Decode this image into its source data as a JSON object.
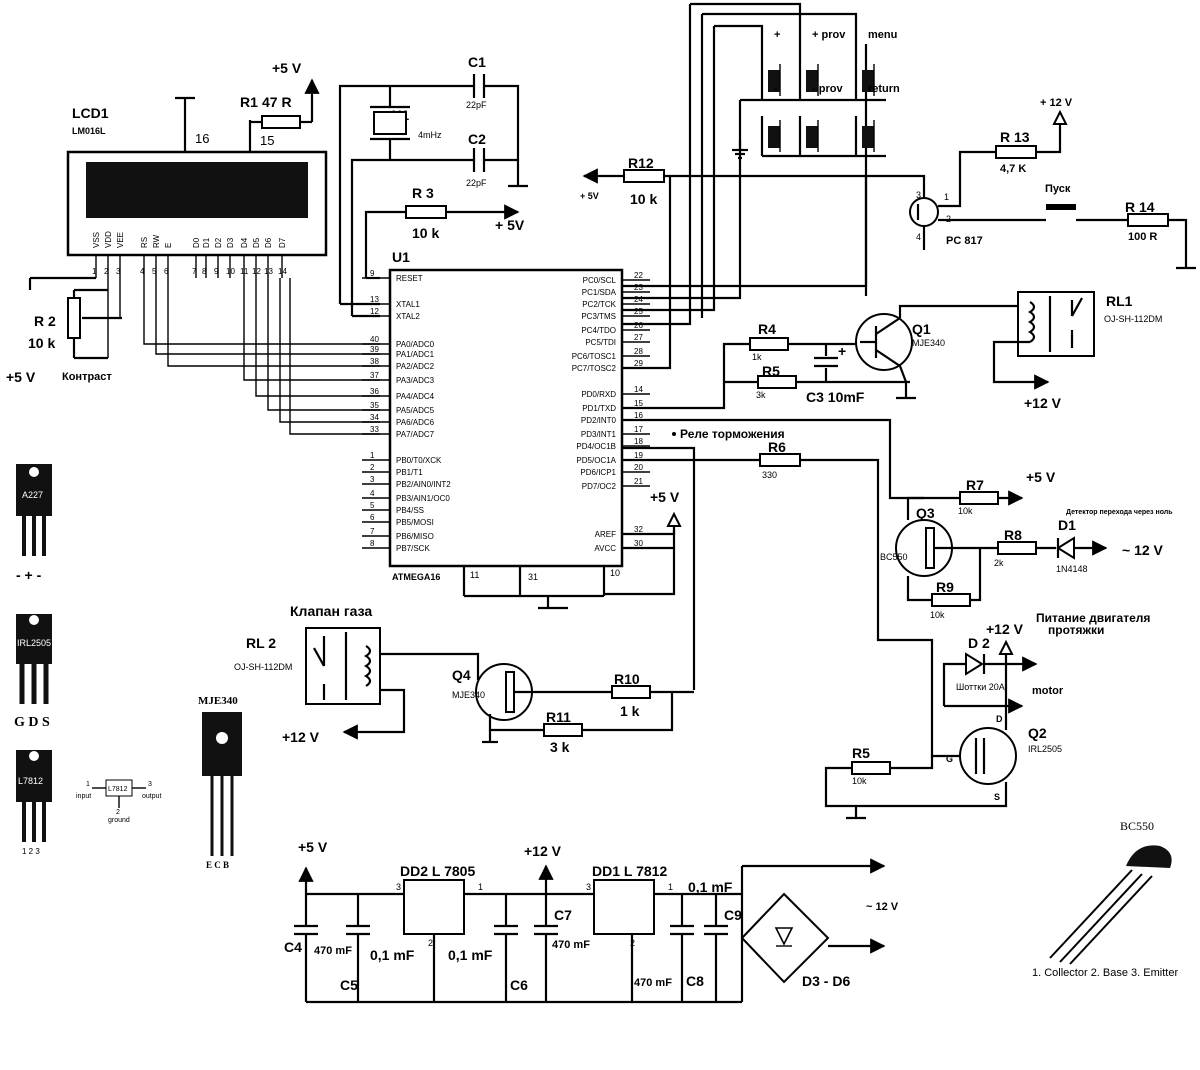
{
  "lcd": {
    "ref": "LCD1",
    "model": "LM016L",
    "pin16": "16",
    "pin15": "15",
    "pins": [
      "VSS",
      "VDD",
      "VEE",
      "RS",
      "RW",
      "E",
      "D0",
      "D1",
      "D2",
      "D3",
      "D4",
      "D5",
      "D6",
      "D7"
    ],
    "nums": [
      "1",
      "2",
      "3",
      "4",
      "5",
      "6",
      "7",
      "8",
      "9",
      "10",
      "11",
      "12",
      "13",
      "14"
    ]
  },
  "r1": {
    "ref": "R1",
    "val": "47 R",
    "supply": "+5 V"
  },
  "r2": {
    "ref": "R 2",
    "val": "10 k",
    "supply": "+5 V",
    "note": "Контраст"
  },
  "crystal": {
    "c1": "C1",
    "c1v": "22pF",
    "c2": "C2",
    "c2v": "22pF",
    "x1": "X1",
    "x1v": "4mHz"
  },
  "r3": {
    "ref": "R 3",
    "val": "10 k",
    "supply": "+ 5V"
  },
  "mcu": {
    "ref": "U1",
    "model": "ATMEGA16",
    "left": [
      [
        "9",
        "RESET"
      ],
      [
        "13",
        "XTAL1"
      ],
      [
        "12",
        "XTAL2"
      ],
      [
        "40",
        "PA0/ADC0"
      ],
      [
        "39",
        "PA1/ADC1"
      ],
      [
        "38",
        "PA2/ADC2"
      ],
      [
        "37",
        "PA3/ADC3"
      ],
      [
        "36",
        "PA4/ADC4"
      ],
      [
        "35",
        "PA5/ADC5"
      ],
      [
        "34",
        "PA6/ADC6"
      ],
      [
        "33",
        "PA7/ADC7"
      ],
      [
        "1",
        "PB0/T0/XCK"
      ],
      [
        "2",
        "PB1/T1"
      ],
      [
        "3",
        "PB2/AIN0/INT2"
      ],
      [
        "4",
        "PB3/AIN1/OC0"
      ],
      [
        "5",
        "PB4/SS"
      ],
      [
        "6",
        "PB5/MOSI"
      ],
      [
        "7",
        "PB6/MISO"
      ],
      [
        "8",
        "PB7/SCK"
      ]
    ],
    "right": [
      [
        "22",
        "PC0/SCL"
      ],
      [
        "23",
        "PC1/SDA"
      ],
      [
        "24",
        "PC2/TCK"
      ],
      [
        "25",
        "PC3/TMS"
      ],
      [
        "26",
        "PC4/TDO"
      ],
      [
        "27",
        "PC5/TDI"
      ],
      [
        "28",
        "PC6/TOSC1"
      ],
      [
        "29",
        "PC7/TOSC2"
      ],
      [
        "14",
        "PD0/RXD"
      ],
      [
        "15",
        "PD1/TXD"
      ],
      [
        "16",
        "PD2/INT0"
      ],
      [
        "17",
        "PD3/INT1"
      ],
      [
        "18",
        "PD4/OC1B"
      ],
      [
        "19",
        "PD5/OC1A"
      ],
      [
        "20",
        "PD6/ICP1"
      ],
      [
        "21",
        "PD7/OC2"
      ],
      [
        "32",
        "AREF"
      ],
      [
        "30",
        "AVCC"
      ]
    ],
    "bottom": [
      "11",
      "31",
      "10"
    ],
    "aref_supply": "+5 V"
  },
  "buttons": {
    "top": [
      "+",
      "+ prov",
      "menu"
    ],
    "bottom": [
      "-",
      "- prov",
      "return"
    ]
  },
  "r12": {
    "ref": "R12",
    "val": "10 k",
    "supply": "+ 5V"
  },
  "opto": {
    "ref": "PC 817",
    "r13": "R 13",
    "r13v": "4,7 K",
    "supply": "+ 12 V",
    "start": "Пуск",
    "r14": "R 14",
    "r14v": "100 R",
    "pins": [
      "1",
      "2",
      "3",
      "4"
    ]
  },
  "q1": {
    "ref": "Q1",
    "model": "MJE340",
    "r4": "R4",
    "r4v": "1k",
    "r5": "R5",
    "r5v": "3k",
    "c3": "C3 10mF",
    "plus": "+"
  },
  "rl1": {
    "ref": "RL1",
    "model": "OJ-SH-112DM",
    "supply": "+12 V"
  },
  "brake": "Реле торможения",
  "r6": {
    "ref": "R6",
    "val": "330"
  },
  "q3": {
    "ref": "Q3",
    "model": "BC550",
    "r7": "R7",
    "r7v": "10k",
    "supply": "+5 V",
    "r8": "R8",
    "r8v": "2k",
    "d1": "D1",
    "d1v": "1N4148",
    "ac": "~ 12 V",
    "r9": "R9",
    "r9v": "10k",
    "note": "Детектор перехода через ноль"
  },
  "rl2": {
    "title": "Клапан газа",
    "ref": "RL 2",
    "model": "OJ-SH-112DM",
    "supply": "+12 V"
  },
  "q4": {
    "ref": "Q4",
    "model": "MJE340",
    "r10": "R10",
    "r10v": "1 k",
    "r11": "R11",
    "r11v": "3 k"
  },
  "motor": {
    "title1": "Питание двигателя",
    "title2": "протяжки",
    "supply": "+12 V",
    "d2": "D 2",
    "d2v": "Шоттки 20А",
    "motor": "motor",
    "q2": "Q2",
    "q2m": "IRL2505",
    "r5": "R5",
    "r5v": "10k",
    "g": "G",
    "d": "D",
    "s": "S"
  },
  "packages": {
    "p1": "A227",
    "p1pins": "- + -",
    "p2": "IRL2505",
    "p2pins": "G D S",
    "p3": "L7812",
    "p3pins": "1 2 3",
    "p3sch": "L7812",
    "p3in": "input",
    "p3out": "output",
    "p3gnd": "ground",
    "p3n1": "1",
    "p3n2": "2",
    "p3n3": "3",
    "mje": "MJE340",
    "mjepins": "E C B"
  },
  "psu": {
    "v5": "+5 V",
    "v12": "+12 V",
    "dd2": "DD2  L 7805",
    "dd1": "DD1  L 7812",
    "c4": "C4",
    "c4v": "470 mF",
    "c5": "C5",
    "c5v": "0,1 mF",
    "c6": "C6",
    "c6v": "0,1 mF",
    "c7": "C7",
    "c7v": "470 mF",
    "c8": "C8",
    "c8v": "470 mF",
    "c9": "C9",
    "c9v": "0,1 mF",
    "bridge": "D3 - D6",
    "ac": "~ 12 V",
    "n3": "3",
    "n1": "1",
    "n2": "2"
  },
  "bc550": {
    "title": "BC550",
    "pins": "1. Collector  2. Base  3. Emitter"
  }
}
